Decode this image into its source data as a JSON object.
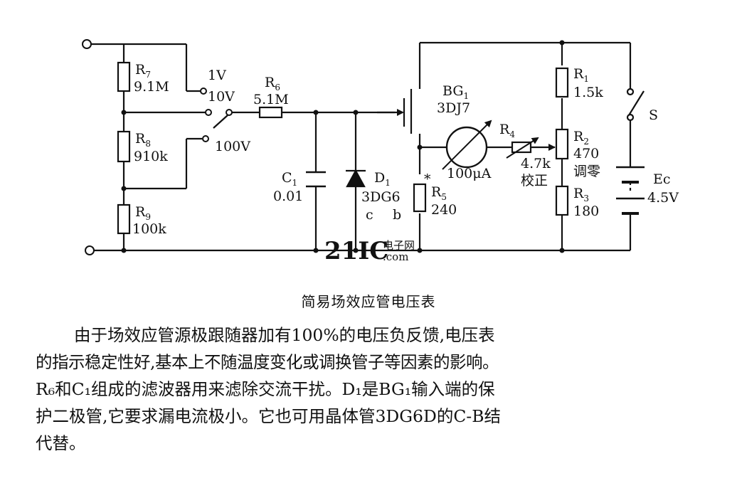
{
  "labels": {
    "r7": "R",
    "r7_sub": "7",
    "r7_val": "9.1M",
    "r8": "R",
    "r8_sub": "8",
    "r8_val": "910k",
    "r9": "R",
    "r9_sub": "9",
    "r9_val": "100k",
    "range_1v": "1V",
    "range_10v": "10V",
    "range_100v": "100V",
    "r6": "R",
    "r6_sub": "6",
    "r6_val": "5.1M",
    "c1": "C",
    "c1_sub": "1",
    "c1_val": "0.01",
    "d1": "D",
    "d1_sub": "1",
    "d1_part": "3DG6",
    "d1_c": "c",
    "d1_b": "b",
    "bg1": "BG",
    "bg1_sub": "1",
    "bg1_part": "3DJ7",
    "meter": "100μA",
    "r5_star": "*",
    "r5": "R",
    "r5_sub": "5",
    "r5_val": "240",
    "r4": "R",
    "r4_sub": "4",
    "r4_val": "4.7k",
    "r4_note": "校正",
    "r1": "R",
    "r1_sub": "1",
    "r1_val": "1.5k",
    "r2": "R",
    "r2_sub": "2",
    "r2_val": "470",
    "r2_note": "调零",
    "r3": "R",
    "r3_sub": "3",
    "r3_val": "180",
    "switch": "S",
    "ec": "Ec",
    "ec_val": "4.5V"
  },
  "watermark": {
    "logo": "21IC",
    "cn": "电子网",
    "dom": ".com"
  },
  "caption": "简易场效应管电压表",
  "paragraph": [
    "由于场效应管源极跟随器加有100%的电压负反馈,电压表",
    "的指示稳定性好,基本上不随温度变化或调换管子等因素的影响。",
    "R₆和C₁组成的滤波器用来滤除交流干扰。D₁是BG₁输入端的保",
    "护二极管,它要求漏电流极小。它也可用晶体管3DG6D的C-B结",
    "代替。"
  ]
}
